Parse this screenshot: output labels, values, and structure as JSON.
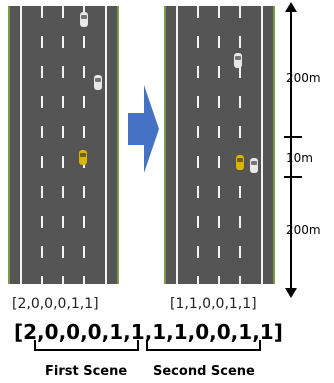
{
  "scenes": {
    "left_vector": "[2,0,0,0,1,1]",
    "right_vector": "[1,1,0,0,1,1]",
    "combined_vector": "[2,0,0,0,1,1,1,1,0,0,1,1]",
    "first_label": "First Scene",
    "second_label": "Second Scene"
  },
  "scale": {
    "top_label": "200m",
    "middle_label": "10m",
    "bottom_label": "200m"
  },
  "colors": {
    "road": "#555555",
    "shoulder": "#7a9a4a",
    "lane_line": "#f2f2f2",
    "arrow": "#4472c4",
    "car_white": "#e8e8e8",
    "car_yellow": "#d9b400"
  }
}
